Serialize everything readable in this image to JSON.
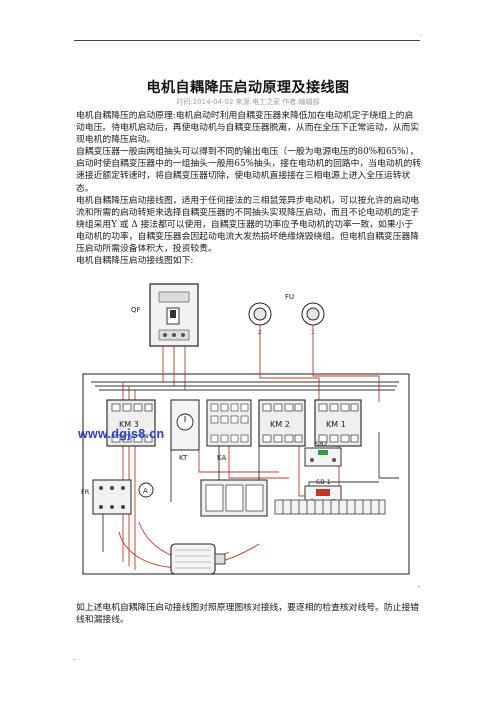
{
  "header": {
    "dot": "."
  },
  "article": {
    "title": "电机自耦降压启动原理及接线图",
    "meta": "时间:2014-04-02 来源:电工之家 作者:编辑部",
    "paragraphs": [
      "电机自耦降压的启动原理:电机启动时利用自耦变压器来降低加在电动机定子绕组上的启动电压。待电机启动后，再使电动机与自耦变压器脱离，从而在全压下正常运动，从而实现电机的降压启动。",
      "自耦变压器一般由两组抽头可以得到不同的输出电压（一般为电源电压的80%和65%），启动时使自耦变压器中的一组抽头一般用65%抽头，接在电动机的回路中，当电动机的转速接近额定转速时，将自耦变压器切除，使电动机直接接在三相电源上进入全压运转状态。",
      "电机自耦降压启动接线图，适用于任何接法的三相鼠笼异步电动机，可以按允许的启动电流和所需的启动转矩来选择自耦变压器的不同抽头实现降压启动，而且不论电动机的定子绕组采用Y 或 Δ 接法都可以使用，自耦变压器的功率应予电动机的功率一致，如果小于电动机的功率，自耦变压器会因起动电流大发热损坏绝缘烧毁绕组。但电机自耦变压器降压启动所需设备体积大，投资较贵。",
      "电机自耦降压启动接线图如下:"
    ],
    "watermark": "www.dgjs8.cn",
    "closing": "如上述电机自耦降压启动接线图对照原理图核对接线，要逐相的检查核对线号。防止接错线和漏接线。",
    "diagram_mark": "-",
    "footer_dot": "."
  },
  "diagram": {
    "labels": {
      "qf": "QF",
      "fu": "FU",
      "fu_left_num": "2",
      "fu_right_num": "1",
      "km3": "KM 3",
      "kt": "KT",
      "ka": "KA",
      "km2": "KM 2",
      "km1": "KM 1",
      "sb2": "SB2",
      "sb1": "SB 1",
      "fr": "FR",
      "ammeter": "A"
    }
  },
  "colors": {
    "wire_red": "#c0392b",
    "wire_dark": "#333333",
    "watermark": "#2a3fd0"
  }
}
